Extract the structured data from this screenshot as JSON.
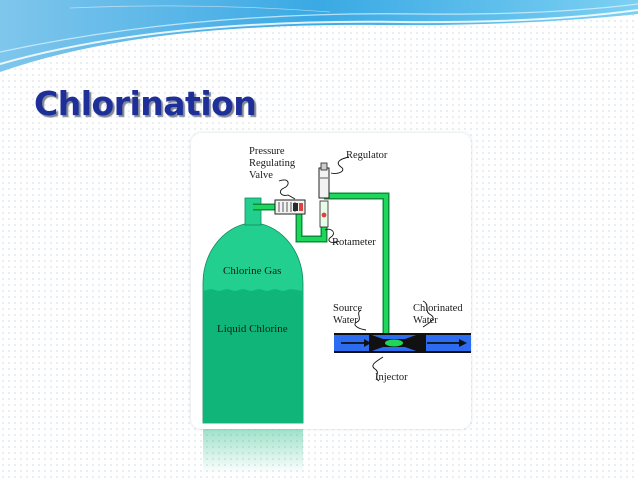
{
  "slide": {
    "title": "Chlorination"
  },
  "diagram": {
    "labels": {
      "pressure_valve": [
        "Pressure",
        "Regulating",
        "Valve"
      ],
      "regulator": "Regulator",
      "rotameter": "Rotameter",
      "chlorine_gas": "Chlorine Gas",
      "liquid_chlorine": "Liquid Chlorine",
      "source_water": [
        "Source",
        "Water"
      ],
      "chlorinated_water": [
        "Chlorinated",
        "Water"
      ],
      "injector": "Injector"
    },
    "colors": {
      "title": "#1f2f9a",
      "tank_gas": "#22cf8e",
      "tank_liquid": "#10b57a",
      "gas_line": "#1ed65a",
      "water_pipe": "#2b6cf0",
      "flow_arrow": "#2b6cf0"
    }
  }
}
